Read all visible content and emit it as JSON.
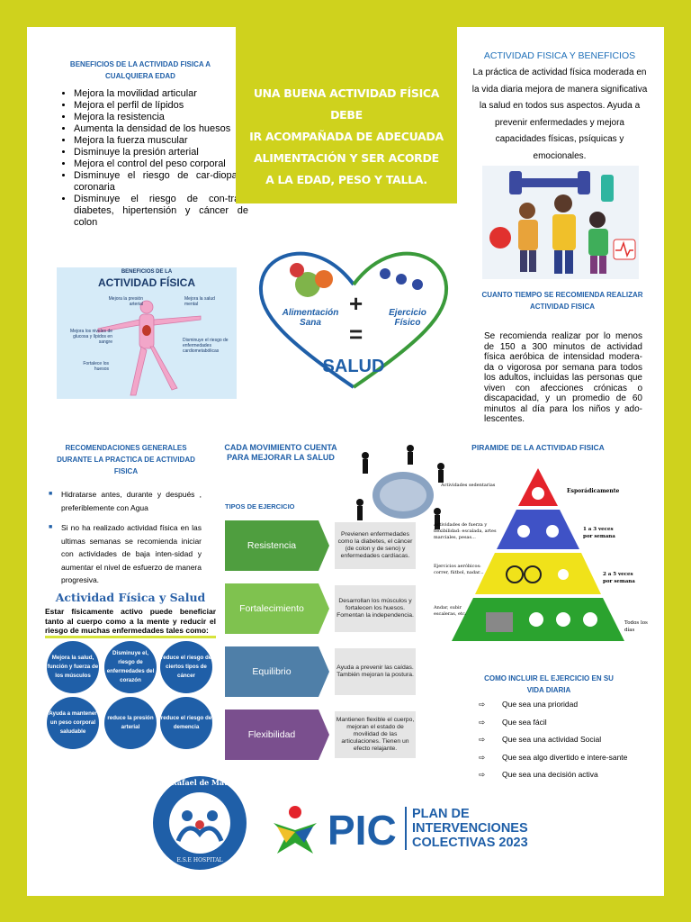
{
  "beneficios": {
    "title": "BENEFICIOS DE LA ACTIVIDAD FISICA A CUALQUIERA EDAD",
    "items": [
      "Mejora la movilidad articular",
      "Mejora el perfil de lípidos",
      "Mejora la resistencia",
      "Aumenta la densidad de los huesos",
      "Mejora la fuerza muscular",
      "Disminuye la presión arterial",
      "Mejora el control del peso corporal",
      "Disminuye el riesgo de car-diopatía coronaria",
      "Disminuye el riesgo de con-traer diabetes, hipertensión y cáncer de colon"
    ]
  },
  "banner": {
    "lines": [
      "UNA BUENA ACTIVIDAD FÍSICA DEBE",
      "IR ACOMPAÑADA DE ADECUADA",
      "ALIMENTACIÓN Y SER ACORDE",
      "A LA EDAD, PESO Y TALLA."
    ]
  },
  "actividad": {
    "title": "ACTIVIDAD FISICA Y  BENEFICIOS",
    "text": "La práctica de actividad física moderada en la vida diaria mejora de manera significativa la salud en todos sus aspectos. Ayuda a prevenir enfermedades y mejora capacidades físicas, psíquicas y emocionales."
  },
  "body_figure": {
    "title_small": "BENEFICIOS DE LA",
    "title_big": "ACTIVIDAD FÍSICA",
    "labels": {
      "presion": "Mejora la presión arterial",
      "mental": "Mejora la salud mental",
      "glucosa": "Mejora los niveles de glucosa y lípidos en sangre",
      "cardio": "Disminuye el riesgo de enfermedades cardiometabólicas",
      "huesos": "Fortalece los huesos"
    }
  },
  "heart": {
    "alimentacion": "Alimentación Sana",
    "ejercicio": "Ejercicio Físico",
    "salud": "SALUD",
    "plus": "+",
    "equals": "="
  },
  "tiempo": {
    "title": "CUANTO TIEMPO SE RECOMIENDA REALIZAR ACTIVIDAD FISICA",
    "text": "Se recomienda realizar por lo menos de 150 a 300 minutos de actividad física aeróbica de intensidad modera-da o vigorosa por semana para todos los adultos, incluidas las personas que viven con afecciones crónicas o discapacidad, y un promedio de 60 minutos al día para los niños y ado-lescentes."
  },
  "recomendaciones": {
    "title": "RECOMENDACIONES GENERALES DURANTE LA PRACTICA DE ACTIVIDAD FISICA",
    "items": [
      "Hidratarse antes, durante y después , preferiblemente con Agua",
      "Si no ha realizado actividad física en las ultimas semanas se recomienda iniciar con actividades de baja inten-sidad y aumentar el nivel de esfuerzo de manera progresiva."
    ]
  },
  "afs": {
    "title": "Actividad Física y Salud",
    "text": "Estar físicamente activo puede beneficiar tanto al cuerpo como a la mente y reducir el riesgo de muchas enfermedades tales como:",
    "circles": [
      "Mejora la salud, función y fuerza de los músculos",
      "Disminuye el, riesgo de enfermedades del corazón",
      "reduce el riesgo de ciertos tipos de cáncer",
      "Ayuda a mantener un peso corporal saludable",
      "reduce la presión arterial",
      "reduce el riesgo de demencia"
    ]
  },
  "movimiento": {
    "title": "CADA MOVIMIENTO CUENTA PARA MEJORAR LA SALUD",
    "tipos_title": "TIPOS DE EJERCICIO",
    "tipos": [
      {
        "label": "Resistencia",
        "desc": "Previenen enfermedades como la diabetes, el cáncer (de colon y de seno) y enfermedades cardíacas.",
        "color": "#4f9e3f"
      },
      {
        "label": "Fortalecimiento",
        "desc": "Desarrollan los músculos y fortalecen los huesos. Fomentan la independencia.",
        "color": "#7fc24f"
      },
      {
        "label": "Equilibrio",
        "desc": "Ayuda a prevenir las caídas. También mejoran la postura.",
        "color": "#4f7fa8"
      },
      {
        "label": "Flexibilidad",
        "desc": "Mantienen flexible el cuerpo, mejoran el estado de movilidad de las articulaciones. Tienen un efecto relajante.",
        "color": "#7a4f8e"
      }
    ]
  },
  "piramide": {
    "title": "PIRAMIDE DE LA ACTIVIDAD FISICA",
    "left": [
      "Actividades sedentarias",
      "Actividades de fuerza y flexibilidad: escalada, artes marciales, pesas...",
      "Ejercicios aeróbicos: correr, fútbol, nadar...",
      "Andar, subir escaleras, etc."
    ],
    "right": [
      "Esporádicamente",
      "1 a 3 veces por semana",
      "2 a 5 veces por semana",
      "Todos los días"
    ],
    "colors": [
      "#e4232b",
      "#3f52c6",
      "#f0e21a",
      "#2ba32f"
    ]
  },
  "incluir": {
    "title": "COMO INCLUIR EL EJERCICIO EN SU VIDA DIARIA",
    "marker": "⇨",
    "items": [
      "Que sea una prioridad",
      "Que sea fácil",
      "Que sea una actividad Social",
      "Que sea algo divertido e intere-sante",
      "Que sea una decisión activa"
    ]
  },
  "footer": {
    "hospital_arc": "San Rafael de Matanza",
    "hospital_bottom": "E.S.E HOSPITAL",
    "pic": "PIC",
    "plan_lines": [
      "PLAN DE",
      "INTERVENCIONES",
      "COLECTIVAS 2023"
    ]
  },
  "colors": {
    "frame": "#cfd21d",
    "accent_blue": "#1f5fa8"
  }
}
